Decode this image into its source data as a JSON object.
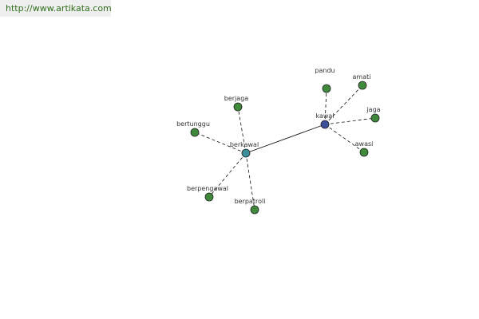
{
  "source": {
    "url": "http://www.artikata.com"
  },
  "colors": {
    "main_node": "#3d4f9a",
    "hub_node": "#3a8f9a",
    "leaf_node": "#3f8a3a",
    "node_stroke": "#222222",
    "edge": "#111111",
    "link_text": "#2f6e1c"
  },
  "graph": {
    "nodes": [
      {
        "id": "kawal",
        "label": "kawal",
        "kind": "main"
      },
      {
        "id": "berkawal",
        "label": "berkawal",
        "kind": "hub"
      },
      {
        "id": "pandu",
        "label": "pandu",
        "kind": "leaf"
      },
      {
        "id": "amati",
        "label": "amati",
        "kind": "leaf"
      },
      {
        "id": "jaga",
        "label": "jaga",
        "kind": "leaf"
      },
      {
        "id": "awasi",
        "label": "awasi",
        "kind": "leaf"
      },
      {
        "id": "berjaga",
        "label": "berjaga",
        "kind": "leaf"
      },
      {
        "id": "bertunggu",
        "label": "bertunggu",
        "kind": "leaf"
      },
      {
        "id": "berpengawal",
        "label": "berpengawal",
        "kind": "leaf"
      },
      {
        "id": "berpatroli",
        "label": "berpatroli",
        "kind": "leaf"
      }
    ],
    "edges": [
      {
        "from": "kawal",
        "to": "berkawal",
        "style": "solid"
      },
      {
        "from": "kawal",
        "to": "pandu",
        "style": "dashed"
      },
      {
        "from": "kawal",
        "to": "amati",
        "style": "dashed"
      },
      {
        "from": "kawal",
        "to": "jaga",
        "style": "dashed"
      },
      {
        "from": "kawal",
        "to": "awasi",
        "style": "dashed"
      },
      {
        "from": "berkawal",
        "to": "berjaga",
        "style": "dashed"
      },
      {
        "from": "berkawal",
        "to": "bertunggu",
        "style": "dashed"
      },
      {
        "from": "berkawal",
        "to": "berpengawal",
        "style": "dashed"
      },
      {
        "from": "berkawal",
        "to": "berpatroli",
        "style": "dashed"
      }
    ]
  }
}
